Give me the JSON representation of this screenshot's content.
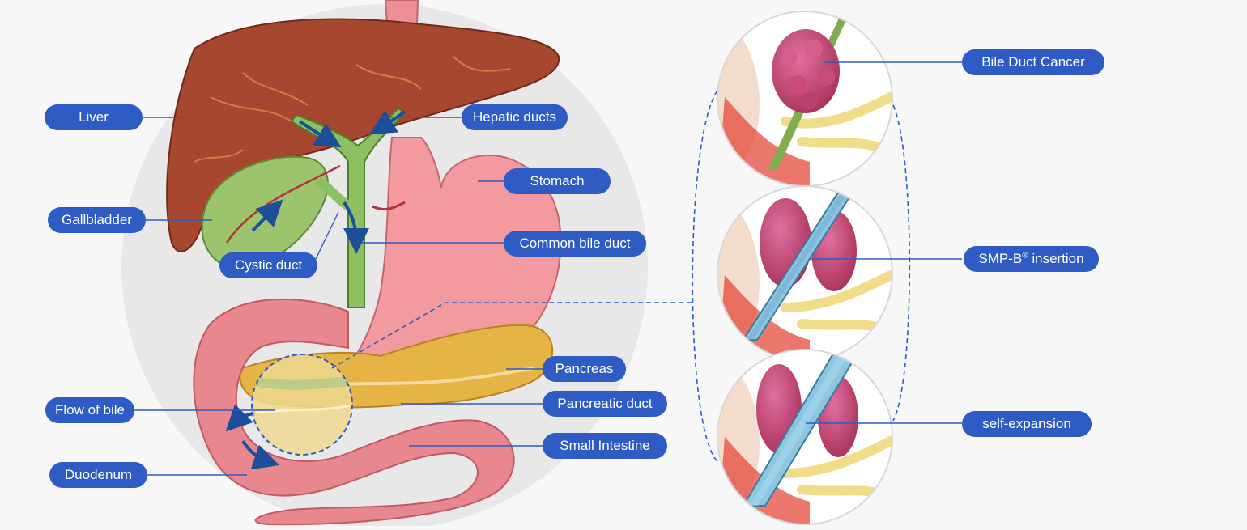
{
  "colors": {
    "label_bg": "#2f5bc4",
    "label_text": "#ffffff",
    "leader_line": "#2f5bc4",
    "backdrop_circle": "#e6e6e6",
    "liver": "#a8472f",
    "gallbladder": "#9cc46c",
    "bile_duct": "#8cc063",
    "stomach": "#ef8f94",
    "intestine": "#e8878d",
    "pancreas": "#e6b445",
    "tumor": "#c0456f",
    "stent": "#8cc6e0",
    "flow_arrow": "#1c4e9a"
  },
  "anatomy_labels": {
    "liver": "Liver",
    "hepatic_ducts": "Hepatic ducts",
    "stomach": "Stomach",
    "gallbladder": "Gallbladder",
    "common_bile_duct": "Common bile duct",
    "cystic_duct": "Cystic duct",
    "pancreas": "Pancreas",
    "flow_of_bile": "Flow of bile",
    "pancreatic_duct": "Pancreatic duct",
    "small_intestine": "Small Intestine",
    "duodenum": "Duodenum"
  },
  "stage_labels": {
    "bile_duct_cancer": "Bile Duct Cancer",
    "smp_b_insertion_prefix": "SMP-B",
    "smp_b_insertion_sup": "®",
    "smp_b_insertion_suffix": " insertion",
    "self_expansion": "self-expansion"
  },
  "icons": {
    "bile_flow_arrows": "curved-arrow-icon"
  }
}
